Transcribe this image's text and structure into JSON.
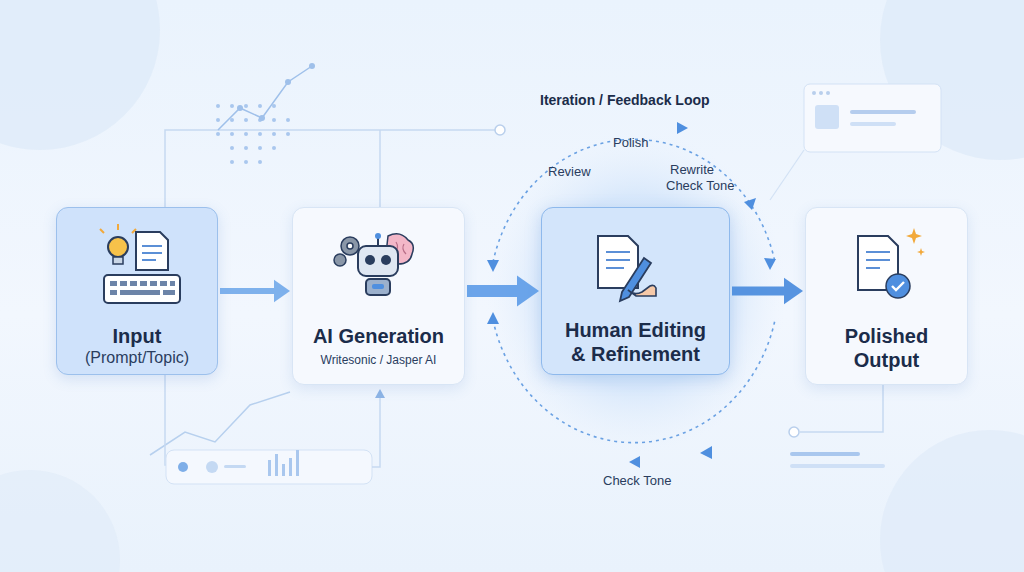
{
  "diagram": {
    "nodes": [
      {
        "text": [
          "Input",
          "(Prompt/Topic)"
        ]
      },
      {
        "text": [
          "AI Generation",
          "Writesonic / Jasper AI"
        ]
      },
      {
        "text": [
          "Human Editing & Refinement"
        ]
      },
      {
        "text": [
          "Polished Output"
        ]
      }
    ],
    "edges": [
      {
        "from": 0,
        "to": 1,
        "arrow": "to"
      },
      {
        "from": 1,
        "to": 2,
        "arrow": "to"
      },
      {
        "from": 2,
        "to": 3,
        "arrow": "to"
      }
    ],
    "labels": [
      "Iteration / Feedback Loop",
      "Review",
      "Polish",
      "Rewrite",
      "Check Tone",
      "Check Tone"
    ]
  }
}
